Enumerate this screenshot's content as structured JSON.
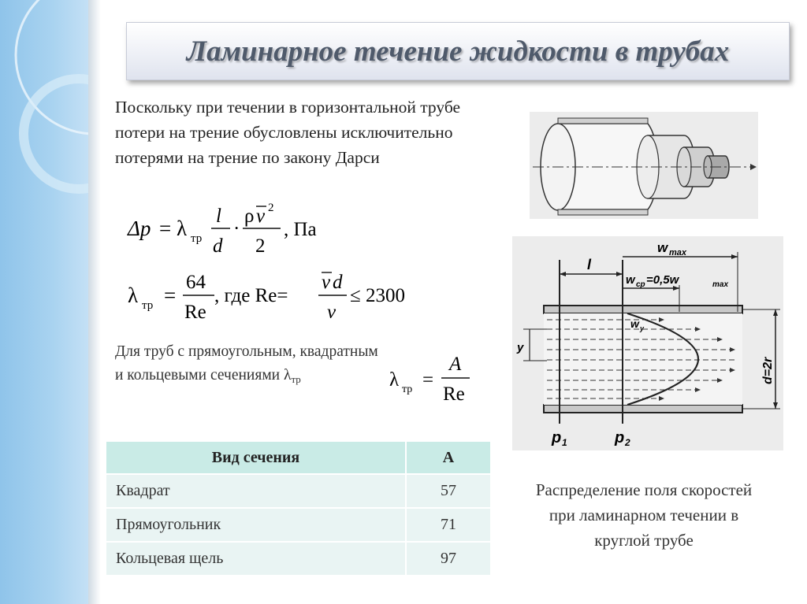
{
  "title": "Ламинарное течение жидкости в трубах",
  "intro": "Поскольку при течении в горизонтальной трубе потери на трение обусловлены исключительно потерями на трение по закону Дарси",
  "formula1": {
    "lhs": "Δp = λ",
    "sub": "тр",
    "eq": "=",
    "frac1_num": "l",
    "frac1_den": "d",
    "dot": "·",
    "rho": "ρ",
    "v": "v",
    "exp": "2",
    "frac2_den": "2",
    "unit": ", Па"
  },
  "formula2": {
    "lambda": "λ",
    "sub": "тр",
    "eq": "=",
    "num": "64",
    "den": "Re",
    "where": ", где Re=",
    "vd_v": "v",
    "vd_d": "d",
    "nu": "ν",
    "leq": "≤ 2300"
  },
  "note": {
    "text": "Для труб с прямоугольным, квадратным и кольцевыми сечениями λ",
    "sub": "тр"
  },
  "formula3": {
    "lambda": "λ",
    "sub": "тр",
    "eq": "=",
    "num": "A",
    "den": "Re"
  },
  "table": {
    "headers": [
      "Вид сечения",
      "A"
    ],
    "rows": [
      {
        "name": "Квадрат",
        "value": "57"
      },
      {
        "name": "Прямоугольник",
        "value": "71"
      },
      {
        "name": "Кольцевая щель",
        "value": "97"
      }
    ]
  },
  "diagram_labels": {
    "wmax": "w",
    "wmax_sub": "max",
    "wcp": "w",
    "wcp_sub": "cp",
    "wcp_eq": "=0,5w",
    "wcp_eq_sub": "max",
    "l": "l",
    "wy": "w",
    "wy_sub": "y",
    "y": "y",
    "d": "d=2r",
    "p1": "p",
    "p1_sub": "1",
    "p2": "p",
    "p2_sub": "2"
  },
  "caption": "Распределение поля скоростей при ламинарном течении в круглой трубе",
  "colors": {
    "left_band": "#a9d3f0",
    "title_text": "#4f5a6b",
    "table_header": "#c9ebe6",
    "table_cell": "#e9f4f3"
  }
}
